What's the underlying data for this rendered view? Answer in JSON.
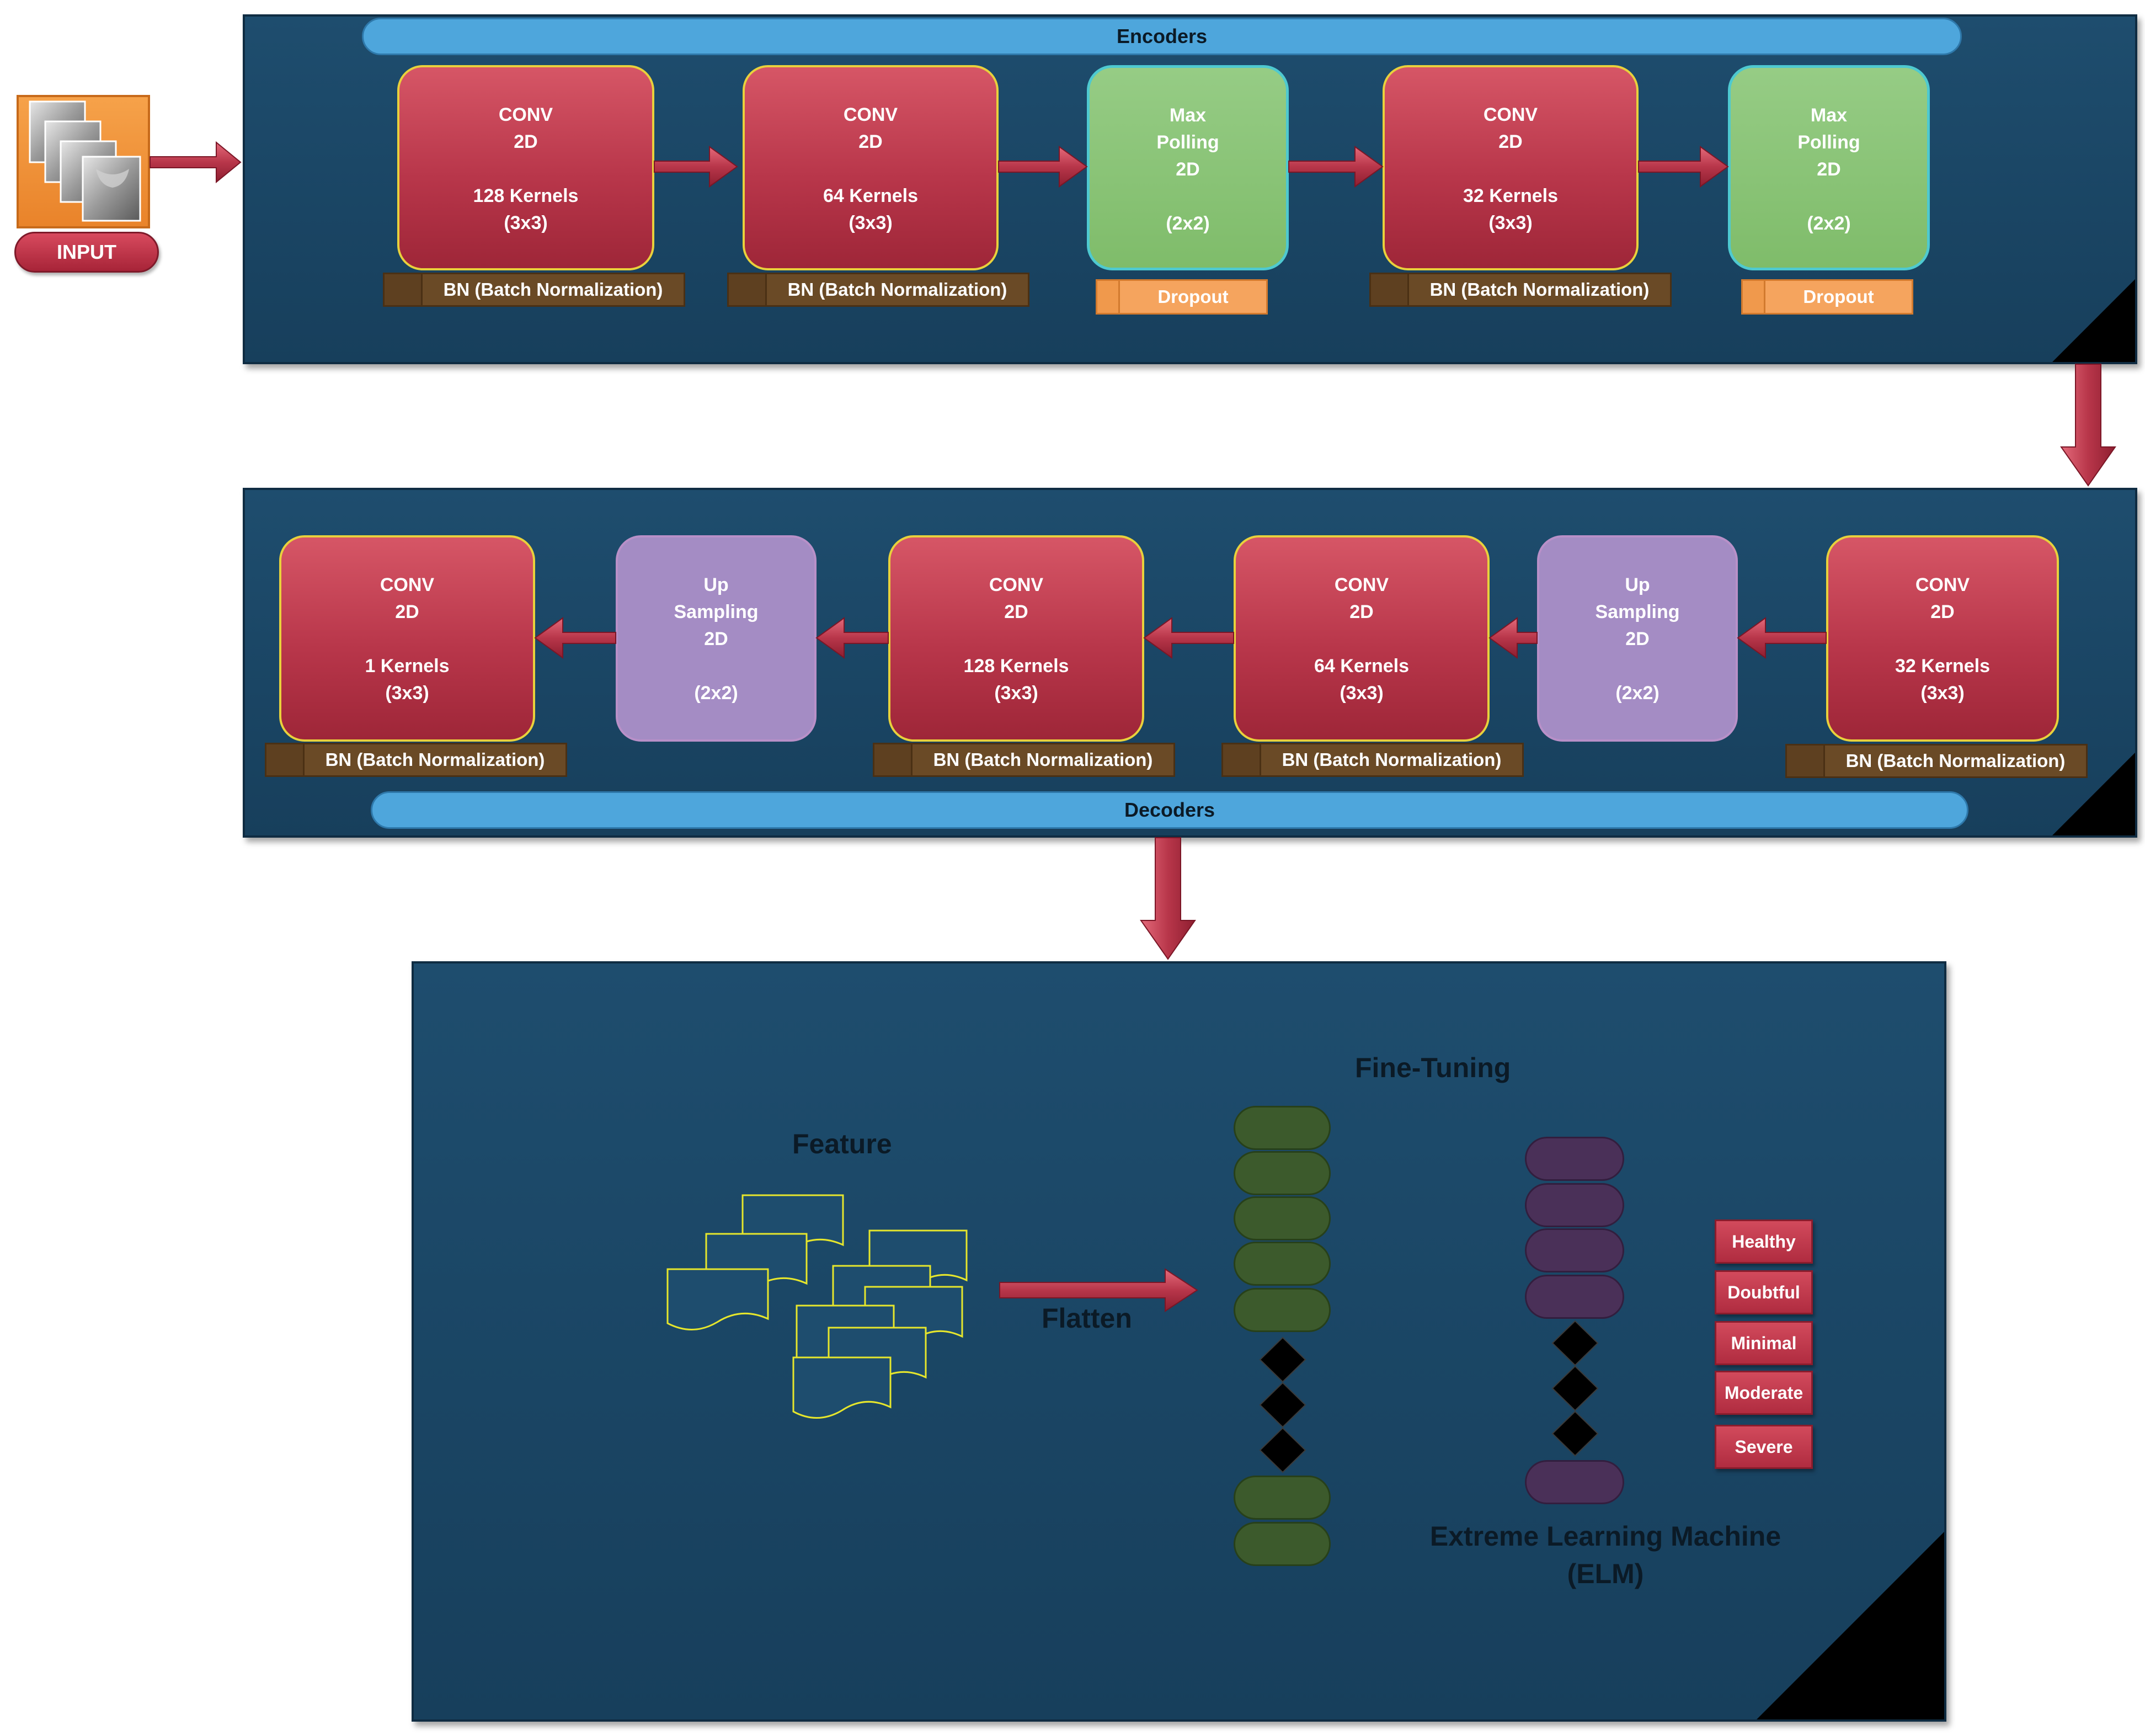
{
  "input": {
    "label": "INPUT"
  },
  "encoders": {
    "title": "Encoders",
    "blocks": [
      {
        "lines": [
          "CONV",
          "2D",
          "",
          "128 Kernels",
          "(3x3)"
        ],
        "under": "BN (Batch Normalization)"
      },
      {
        "lines": [
          "CONV",
          "2D",
          "",
          "64 Kernels",
          "(3x3)"
        ],
        "under": "BN (Batch Normalization)"
      },
      {
        "lines": [
          "Max",
          "Polling",
          "2D",
          "",
          "(2x2)"
        ],
        "under": "Dropout"
      },
      {
        "lines": [
          "CONV",
          "2D",
          "",
          "32 Kernels",
          "(3x3)"
        ],
        "under": "BN (Batch Normalization)"
      },
      {
        "lines": [
          "Max",
          "Polling",
          "2D",
          "",
          "(2x2)"
        ],
        "under": "Dropout"
      }
    ]
  },
  "decoders": {
    "title": "Decoders",
    "blocks": [
      {
        "lines": [
          "CONV",
          "2D",
          "",
          "1 Kernels",
          "(3x3)"
        ],
        "under": "BN (Batch Normalization)"
      },
      {
        "lines": [
          "Up",
          "Sampling",
          "2D",
          "",
          "(2x2)"
        ],
        "under": ""
      },
      {
        "lines": [
          "CONV",
          "2D",
          "",
          "128 Kernels",
          "(3x3)"
        ],
        "under": "BN (Batch Normalization)"
      },
      {
        "lines": [
          "CONV",
          "2D",
          "",
          "64 Kernels",
          "(3x3)"
        ],
        "under": "BN (Batch Normalization)"
      },
      {
        "lines": [
          "Up",
          "Sampling",
          "2D",
          "",
          "(2x2)"
        ],
        "under": ""
      },
      {
        "lines": [
          "CONV",
          "2D",
          "",
          "32 Kernels",
          "(3x3)"
        ],
        "under": "BN (Batch Normalization)"
      }
    ]
  },
  "classifier": {
    "feature_label": "Feature",
    "flatten_label": "Flatten",
    "finetuning_label": "Fine-Tuning",
    "elm_label_line1": "Extreme Learning Machine",
    "elm_label_line2": "(ELM)",
    "classes": [
      "Healthy",
      "Doubtful",
      "Minimal",
      "Moderate",
      "Severe"
    ]
  },
  "colors": {
    "panel": "#1e4d6e",
    "conv": "#c0394c",
    "pool": "#86c271",
    "upsample": "#a48cc4",
    "bar": "#4ea6dc",
    "arrow": "#b8364a"
  }
}
